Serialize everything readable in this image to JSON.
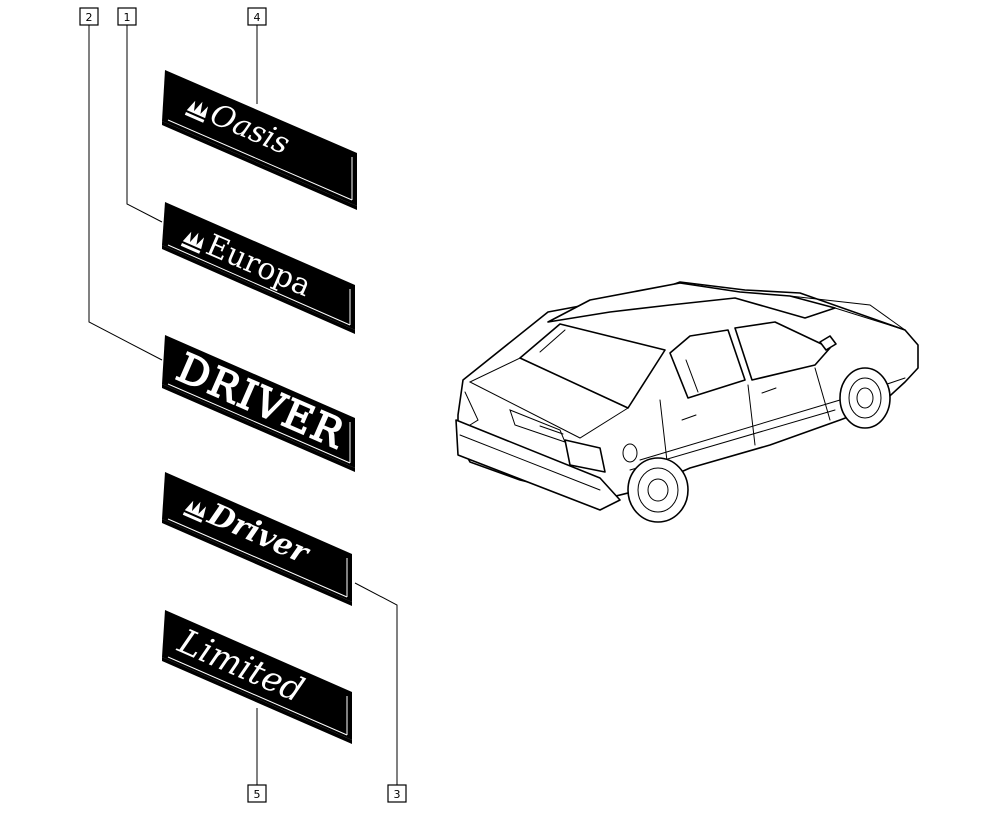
{
  "callouts": [
    {
      "id": "2",
      "label": "2"
    },
    {
      "id": "1",
      "label": "1"
    },
    {
      "id": "4",
      "label": "4"
    },
    {
      "id": "5",
      "label": "5"
    },
    {
      "id": "3",
      "label": "3"
    }
  ],
  "badges": {
    "oasis": "Oasis",
    "europa": "Europa",
    "driver_caps": "DRIVER",
    "driver": "Driver",
    "limited": "Limited"
  }
}
